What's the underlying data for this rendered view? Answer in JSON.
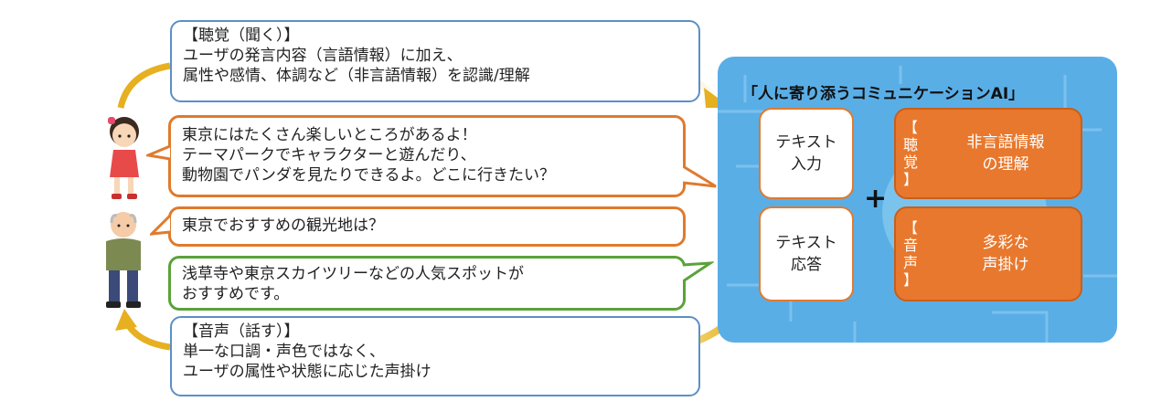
{
  "hearing_bubble": {
    "heading": "【聴覚（聞く）】",
    "lines": [
      "ユーザの発言内容（言語情報）に加え、",
      "属性や感情、体調など（非言語情報）を認識/理解"
    ]
  },
  "ai_reply_bubble": {
    "lines": [
      "東京にはたくさん楽しいところがあるよ！",
      "テーマパークでキャラクターと遊んだり、",
      "動物園でパンダを見たりできるよ。どこに行きたい？"
    ]
  },
  "question_bubble": {
    "text": "東京でおすすめの観光地は？"
  },
  "ai_answer_bubble": {
    "lines": [
      "浅草寺や東京スカイツリーなどの人気スポットが",
      "おすすめです。"
    ]
  },
  "voice_bubble": {
    "heading": "【音声（話す）】",
    "lines": [
      "単一な口調・声色ではなく、",
      "ユーザの属性や状態に応じた声掛け"
    ]
  },
  "ai_panel": {
    "title": "「人に寄り添うコミュニケーションAI」",
    "text_input": [
      "テキスト",
      "入力"
    ],
    "text_response": [
      "テキスト",
      "応答"
    ],
    "plus": "+",
    "hearing": {
      "tag": [
        "【",
        "聴",
        "覚",
        "】"
      ],
      "text": [
        "非言語情報",
        "の理解"
      ]
    },
    "voice": {
      "tag": [
        "【",
        "音",
        "声",
        "】"
      ],
      "text": [
        "多彩な",
        "声掛け"
      ]
    }
  },
  "colors": {
    "panel_blue": "#5aaee6",
    "orange": "#e8782d",
    "bubble_blue": "#5b8fc7",
    "bubble_green": "#5aa23a",
    "arrow_gold": "#e6b020"
  }
}
